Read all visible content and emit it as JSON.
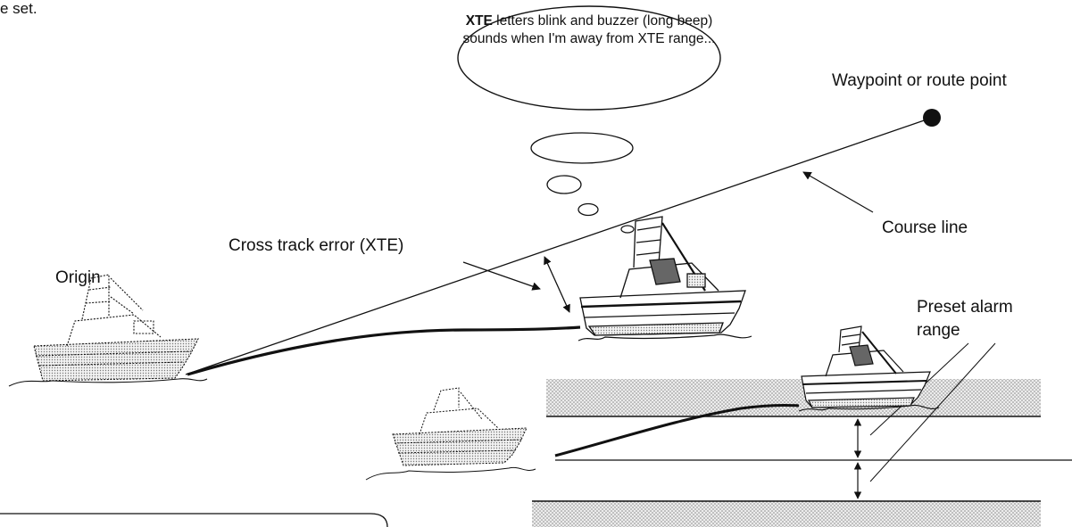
{
  "header_fragment": "e set.",
  "thought_bubble": {
    "bold_lead": "XTE",
    "text": " letters blink and buzzer (long beep) sounds when I'm away from XTE range..."
  },
  "labels": {
    "waypoint": "Waypoint or route point",
    "course_line": "Course line",
    "xte": "Cross track error (XTE)",
    "origin": "Origin",
    "preset_alarm_line1": "Preset alarm",
    "preset_alarm_line2": "range"
  },
  "colors": {
    "ink": "#111111",
    "shade_band": "#d4d4d4"
  }
}
